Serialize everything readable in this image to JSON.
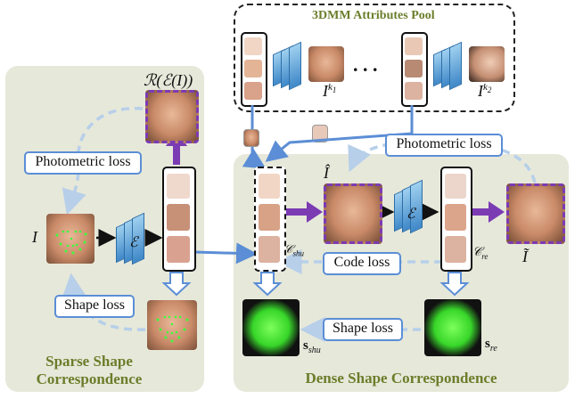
{
  "pool": {
    "title": "3DMM Attributes Pool",
    "ellipsis": ". . .",
    "label_k1": "I",
    "sup_k1": "k",
    "sub_k1": "1",
    "label_k2": "I",
    "sup_k2": "k",
    "sub_k2": "2"
  },
  "sparse": {
    "title_line1": "Sparse Shape",
    "title_line2": "Correspondence",
    "recon_label": "ℛ(ℰ(I))",
    "input_label": "I",
    "encoder_label": "ℰ",
    "photometric_loss": "Photometric loss",
    "shape_loss": "Shape loss"
  },
  "dense": {
    "title": "Dense Shape Correspondence",
    "ihat_label": "Î",
    "encoder_label": "ℰ",
    "c_shu": "𝒞",
    "c_shu_sub": "shu",
    "c_re": "𝒞",
    "c_re_sub": "re",
    "itilde_label": "Ĩ",
    "photometric_loss": "Photometric loss",
    "code_loss": "Code loss",
    "shape_loss": "Shape loss",
    "s_shu": "s",
    "s_shu_sub": "shu",
    "s_re": "s",
    "s_re_sub": "re"
  },
  "colors": {
    "panel": "#e6e8da",
    "arrow_blue": "#5b8ed6",
    "arrow_light": "#b7cfe9",
    "purple": "#7b3bb3",
    "mesh_green": "#38d62a",
    "title_green": "#6b7d2a"
  }
}
